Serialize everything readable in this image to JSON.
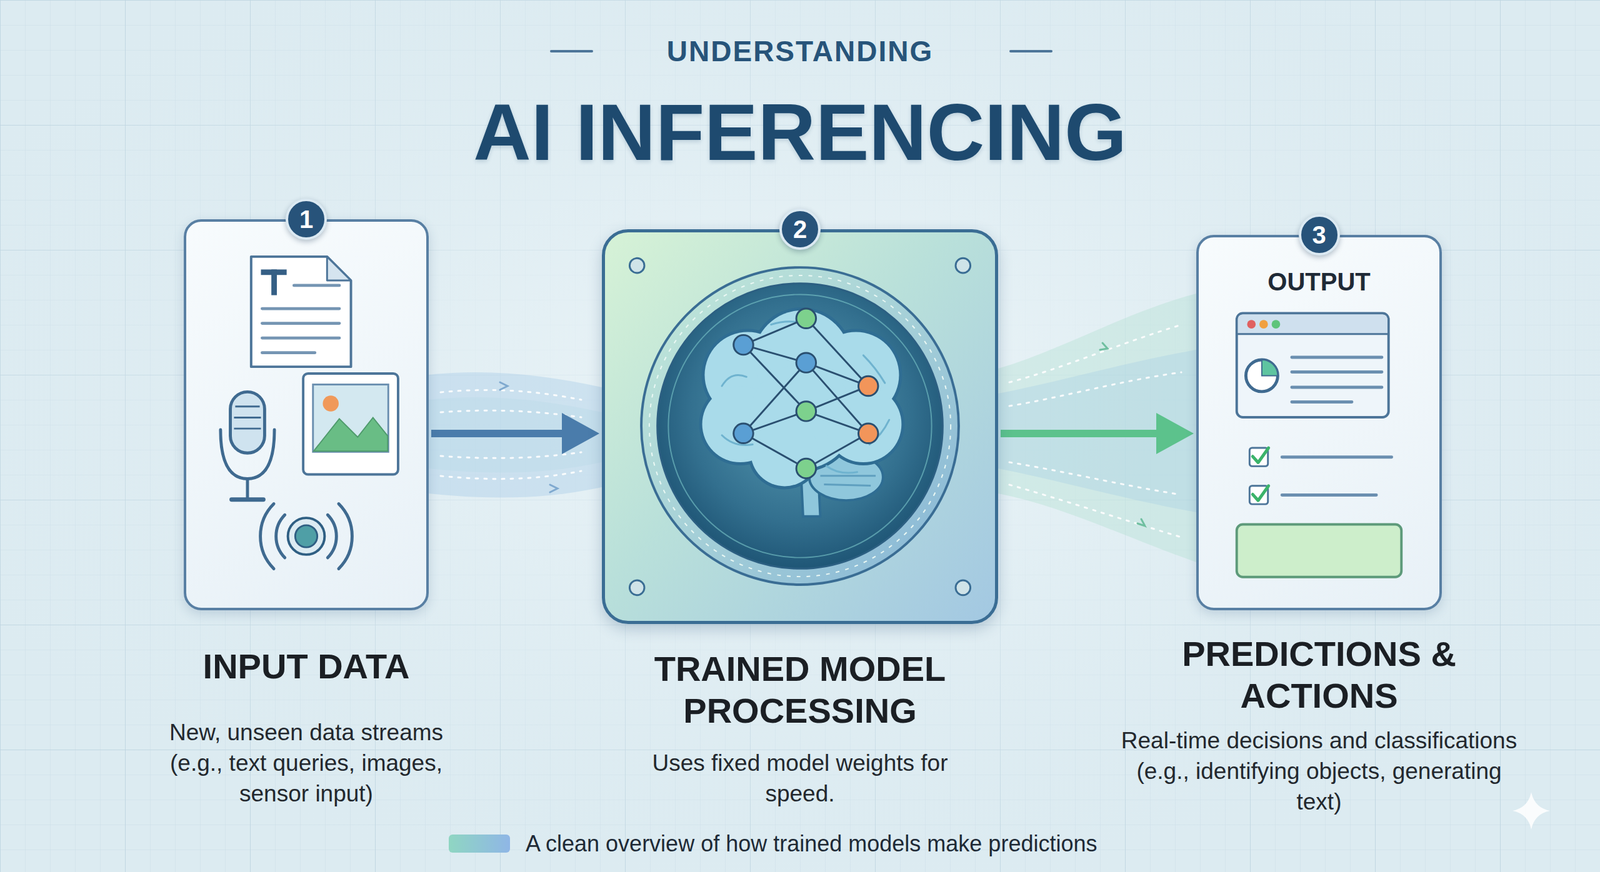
{
  "diagram": {
    "title": "AI INFERENCING",
    "nodes": [
      {
        "text": [
          "1",
          "INPUT DATA",
          "New, unseen data streams (e.g., text queries, images, sensor input)"
        ]
      },
      {
        "text": [
          "2",
          "TRAINED MODEL PROCESSING",
          "Uses fixed model weights for speed."
        ]
      },
      {
        "text": [
          "3",
          "OUTPUT",
          "PREDICTIONS & ACTIONS",
          "Real-time decisions and classifications (e.g., identifying objects, generating text)"
        ]
      }
    ],
    "edges": [
      {
        "from": 0,
        "to": 1,
        "arrow": "to"
      },
      {
        "from": 1,
        "to": 2,
        "arrow": "to"
      }
    ],
    "labels": [
      "UNDERSTANDING"
    ],
    "legend": [
      {
        "text": "A clean overview of how trained models make predictions",
        "color": "#8fd6c2"
      }
    ]
  }
}
